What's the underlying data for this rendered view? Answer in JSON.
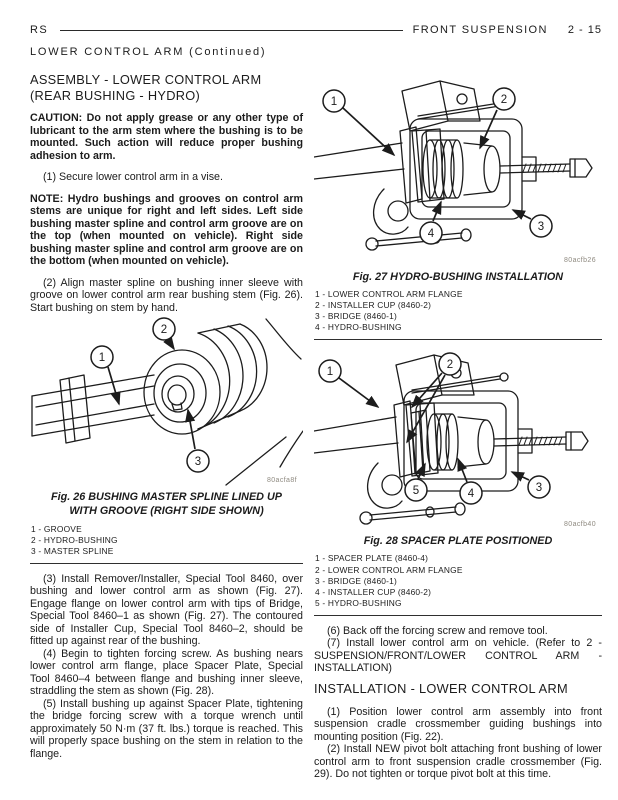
{
  "colors": {
    "paper": "#ffffff",
    "ink": "#1c1c1c",
    "watermark_gray": "#8f8a80"
  },
  "header": {
    "model": "RS",
    "section": "FRONT SUSPENSION",
    "page": "2 - 15",
    "continued": "LOWER CONTROL ARM (Continued)"
  },
  "left": {
    "heading": "ASSEMBLY - LOWER CONTROL ARM (REAR BUSHING - HYDRO)",
    "caution": "CAUTION: Do not apply grease or any other type of lubricant to the arm stem where the bushing is to be mounted. Such action will reduce proper bushing adhesion to arm.",
    "step1": "(1) Secure lower control arm in a vise.",
    "note": "NOTE: Hydro bushings and grooves on control arm stems are unique for right and left sides. Left side bushing master spline and control arm groove are on the top (when mounted on vehicle). Right side bushing master spline and control arm groove are on the bottom (when mounted on vehicle).",
    "step2": "(2) Align master spline on bushing inner sleeve with groove on lower control arm rear bushing stem (Fig. 26). Start bushing on stem by hand.",
    "step3": "(3) Install Remover/Installer, Special Tool 8460, over bushing and lower control arm as shown (Fig. 27). Engage flange on lower control arm with tips of Bridge, Special Tool 8460–1 as shown (Fig. 27). The contoured side of Installer Cup, Special Tool 8460–2, should be fitted up against rear of the bushing.",
    "step4": "(4) Begin to tighten forcing screw. As bushing nears lower control arm flange, place Spacer Plate, Special Tool 8460–4 between flange and bushing inner sleeve, straddling the stem as shown (Fig. 28).",
    "step5": "(5) Install bushing up against Spacer Plate, tightening the bridge forcing screw with a torque wrench until approximately 50 N·m (37 ft. lbs.) torque is reached. This will properly space bushing on the stem in relation to the flange."
  },
  "fig26": {
    "caption": "Fig. 26 BUSHING MASTER SPLINE LINED UP WITH GROOVE (RIGHT SIDE SHOWN)",
    "watermark": "80acfa8f",
    "callouts": [
      "1",
      "2",
      "3"
    ],
    "legend": [
      "1 - GROOVE",
      "2 - HYDRO-BUSHING",
      "3 - MASTER SPLINE"
    ]
  },
  "fig27": {
    "caption": "Fig. 27 HYDRO-BUSHING INSTALLATION",
    "watermark": "80acfb26",
    "callouts": [
      "1",
      "2",
      "3",
      "4"
    ],
    "legend": [
      "1 - LOWER CONTROL ARM FLANGE",
      "2 - INSTALLER CUP (8460-2)",
      "3 - BRIDGE (8460-1)",
      "4 - HYDRO-BUSHING"
    ]
  },
  "fig28": {
    "caption": "Fig. 28 SPACER PLATE POSITIONED",
    "watermark": "80acfb40",
    "callouts": [
      "1",
      "2",
      "3",
      "4",
      "5"
    ],
    "legend": [
      "1 - SPACER PLATE (8460-4)",
      "2 - LOWER CONTROL ARM FLANGE",
      "3 - BRIDGE (8460-1)",
      "4 - INSTALLER CUP (8460-2)",
      "5 - HYDRO-BUSHING"
    ]
  },
  "right": {
    "step6": "(6) Back off the forcing screw and remove tool.",
    "step7": "(7) Install lower control arm on vehicle. (Refer to 2 - SUSPENSION/FRONT/LOWER CONTROL ARM - INSTALLATION)",
    "heading": "INSTALLATION - LOWER CONTROL ARM",
    "inst1": "(1) Position lower control arm assembly into front suspension cradle crossmember guiding bushings into mounting position (Fig. 22).",
    "inst2": "(2) Install NEW pivot bolt attaching front bushing of lower control arm to front suspension cradle crossmember (Fig. 29). Do not tighten or torque pivot bolt at this time."
  }
}
